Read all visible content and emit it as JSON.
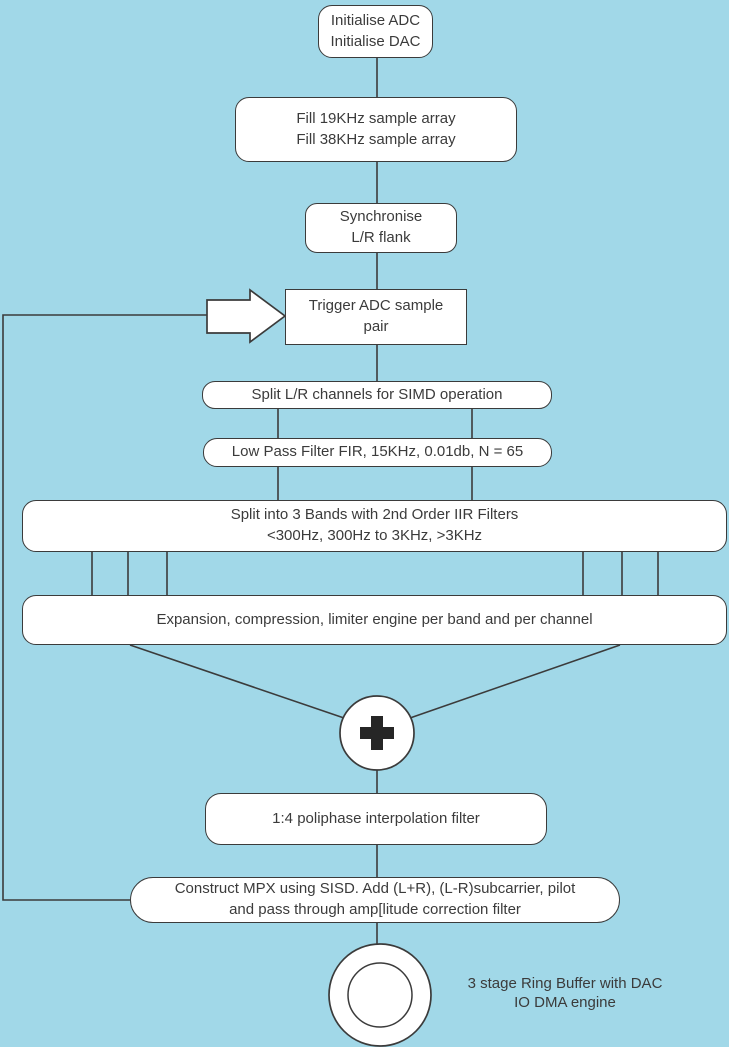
{
  "colors": {
    "background": "#A1D8E8",
    "node_fill": "#FFFFFF",
    "stroke": "#3B3B3B",
    "text": "#3B3B3B",
    "plus_symbol": "#262626"
  },
  "flowchart": {
    "title": "FM MPX DSP processing flowchart",
    "nodes": {
      "init": {
        "label": "Initialise ADC\nInitialise DAC"
      },
      "fill_samples": {
        "label": "Fill 19KHz sample array\nFill 38KHz sample array"
      },
      "synchronise": {
        "label": "Synchronise\nL/R flank"
      },
      "trigger": {
        "label": "Trigger ADC sample\npair"
      },
      "split_lr": {
        "label": "Split L/R channels for SIMD operation"
      },
      "low_pass": {
        "label": "Low Pass Filter FIR, 15KHz, 0.01db, N = 65"
      },
      "split_bands": {
        "label": "Split into 3 Bands with 2nd Order IIR Filters\n<300Hz, 300Hz to 3KHz, >3KHz"
      },
      "expansion": {
        "label": "Expansion, compression, limiter engine per band and per channel"
      },
      "sum_junction": {
        "symbol": "plus",
        "icon": "sum-plus-icon"
      },
      "interpolation": {
        "label": "1:4 poliphase interpolation filter"
      },
      "construct_mpx": {
        "label": "Construct MPX using SISD. Add (L+R), (L-R)subcarrier, pilot\nand pass through amp[litude correction filter"
      },
      "ring_buffer": {
        "label": "3 stage Ring Buffer with DAC\nIO DMA engine",
        "icon": "double-circle-terminator-icon"
      }
    },
    "icons": {
      "loop_arrow": "block-right-arrow-icon"
    }
  }
}
